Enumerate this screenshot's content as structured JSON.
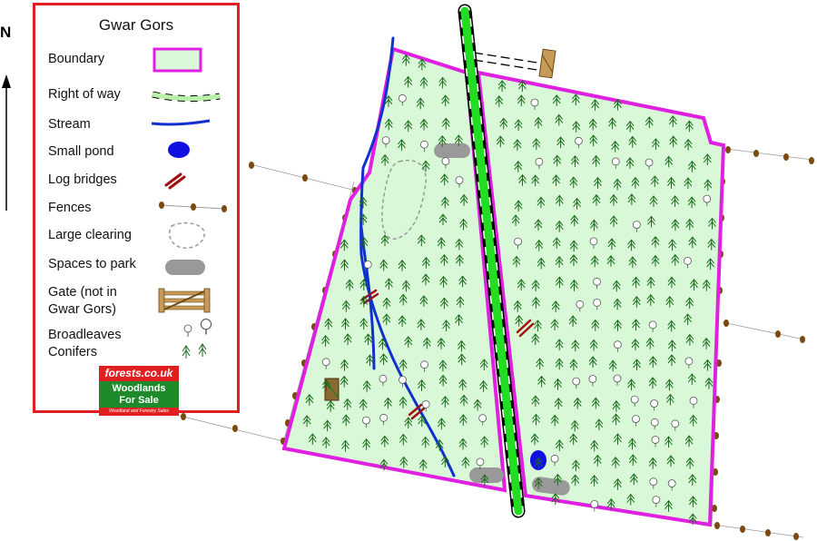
{
  "compass": {
    "label": "N"
  },
  "legend": {
    "title": "Gwar Gors",
    "items": [
      {
        "label": "Boundary",
        "icon": "boundary-swatch"
      },
      {
        "label": "Right of way",
        "icon": "right-of-way-line"
      },
      {
        "label": "Stream",
        "icon": "stream-line"
      },
      {
        "label": "Small pond",
        "icon": "pond-icon"
      },
      {
        "label": "Log bridges",
        "icon": "log-bridge-icon"
      },
      {
        "label": "Fences",
        "icon": "fence-icon"
      },
      {
        "label": "Large clearing",
        "icon": "clearing-icon"
      },
      {
        "label": "Spaces to park",
        "icon": "parking-icon"
      },
      {
        "label": "Gate (not in",
        "label2": "Gwar Gors)",
        "icon": "gate-icon"
      },
      {
        "label": "Broadleaves",
        "label2": "Conifers",
        "icon": "tree-icons"
      }
    ]
  },
  "logo": {
    "top": "forests.co.uk",
    "mid1": "Woodlands",
    "mid2": "For Sale",
    "bottom": "Woodland and Forestry Sales"
  },
  "colors": {
    "boundary": "#e020e0",
    "woodland_fill": "#d8f8d8",
    "right_of_way": "#22dd22",
    "stream": "#1030d0",
    "pond": "#1010e0",
    "log_bridge": "#a01010",
    "fence_post": "#7a4a10",
    "parking": "#999999",
    "conifer": "#1a6a1a",
    "legend_border": "#e02020"
  }
}
